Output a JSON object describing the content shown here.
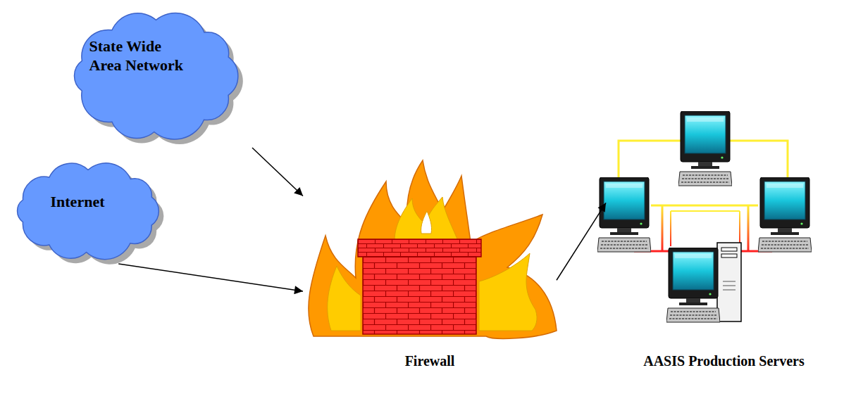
{
  "diagram": {
    "nodes": [
      {
        "text": [
          "State Wide Area Network"
        ]
      },
      {
        "text": [
          "Internet"
        ]
      },
      {
        "text": [
          "Firewall"
        ]
      },
      {
        "text": [
          "AASIS Production Servers"
        ]
      }
    ],
    "edges": [
      {
        "from": 0,
        "to": 2,
        "arrow": "to"
      },
      {
        "from": 1,
        "to": 2,
        "arrow": "to"
      },
      {
        "from": 2,
        "to": 3,
        "arrow": "to"
      }
    ]
  }
}
